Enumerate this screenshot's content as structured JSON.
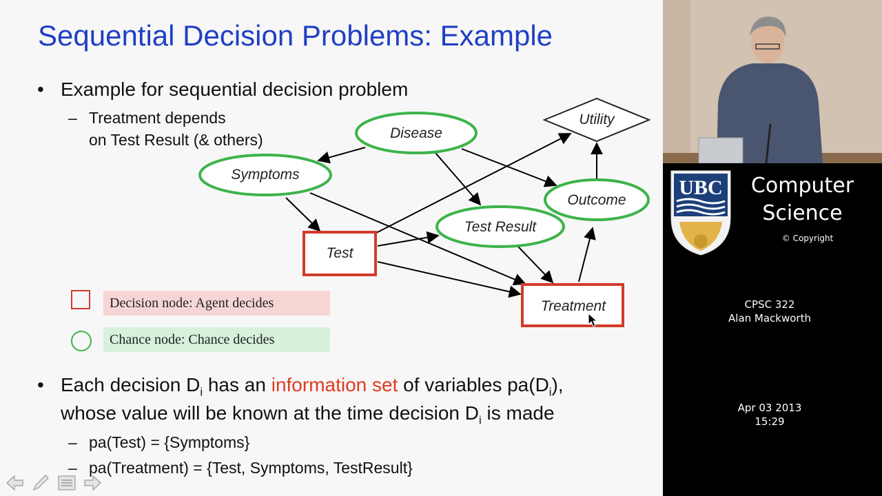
{
  "slide": {
    "title": "Sequential Decision Problems: Example",
    "bullet_marker": "•",
    "dash_marker": "–",
    "bullet1": "Example for sequential decision problem",
    "sub1_line1": "Treatment depends",
    "sub1_line2": "on Test Result (& others)",
    "nodes": {
      "disease": "Disease",
      "symptoms": "Symptoms",
      "utility": "Utility",
      "outcome": "Outcome",
      "test_result": "Test Result",
      "test": "Test",
      "treatment": "Treatment"
    },
    "legend": {
      "decision": "Decision node: Agent decides",
      "chance": "Chance node: Chance decides"
    },
    "bullet2": {
      "p1": "Each decision D",
      "sub_i": "i",
      "p2": " has an ",
      "highlight": "information set",
      "p3": " of variables pa(D",
      "p4": "),",
      "line2_p1": "whose value will be known at the time decision D",
      "line2_p2": " is made"
    },
    "sub2": "pa(Test) = {Symptoms}",
    "sub3": "pa(Treatment) = {Test, Symptoms, TestResult}",
    "colors": {
      "title": "#1f3fc4",
      "decision_node": "#d23b2a",
      "chance_node": "#3db34a",
      "highlight": "#e03b22",
      "decision_legend_bg": "#f6d6d4",
      "chance_legend_bg": "#d7f1dc"
    }
  },
  "sidebar": {
    "logo_text": "UBC",
    "brand_line1": "Computer",
    "brand_line2": "Science",
    "copyright": "© Copyright",
    "course": "CPSC 322",
    "instructor": "Alan Mackworth",
    "date": "Apr 03 2013",
    "time": "15:29"
  },
  "nav": {
    "icons": [
      "arrow-left-icon",
      "pen-icon",
      "menu-icon",
      "arrow-right-icon"
    ]
  }
}
